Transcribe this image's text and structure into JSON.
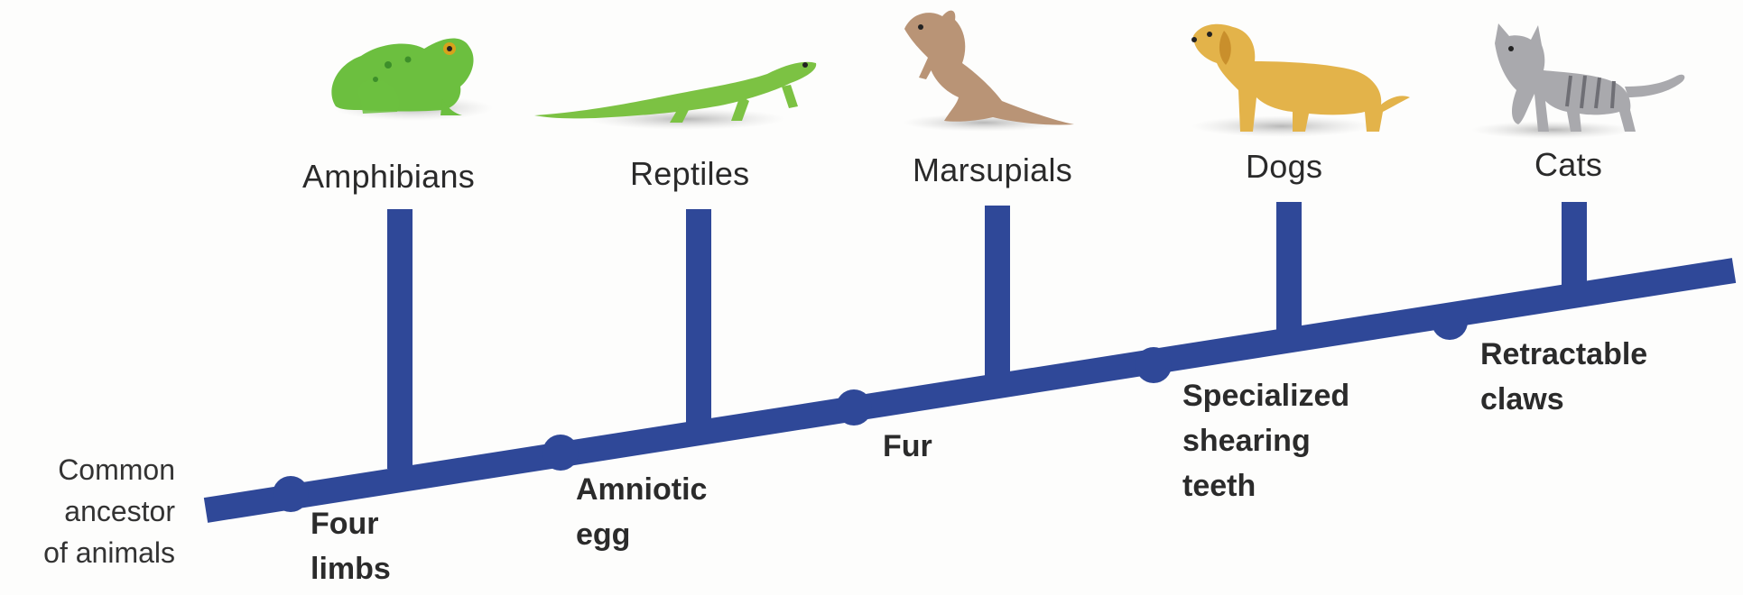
{
  "diagram": {
    "line_color": "#2f4898",
    "root_label": [
      "Common",
      "ancestor",
      "of animals"
    ],
    "taxa": [
      {
        "name": "Amphibians",
        "icon": "frog-icon",
        "body_color": "#6cbf3f"
      },
      {
        "name": "Reptiles",
        "icon": "lizard-icon",
        "body_color": "#7cc243"
      },
      {
        "name": "Marsupials",
        "icon": "kangaroo-icon",
        "body_color": "#b99476"
      },
      {
        "name": "Dogs",
        "icon": "dog-icon",
        "body_color": "#e3b34a"
      },
      {
        "name": "Cats",
        "icon": "cat-icon",
        "body_color": "#a9a9ad"
      }
    ],
    "traits": [
      {
        "lines": [
          "Four",
          "limbs"
        ]
      },
      {
        "lines": [
          "Amniotic",
          "egg"
        ]
      },
      {
        "lines": [
          "Fur"
        ]
      },
      {
        "lines": [
          "Specialized",
          "shearing",
          "teeth"
        ]
      },
      {
        "lines": [
          "Retractable",
          "claws"
        ]
      }
    ]
  }
}
